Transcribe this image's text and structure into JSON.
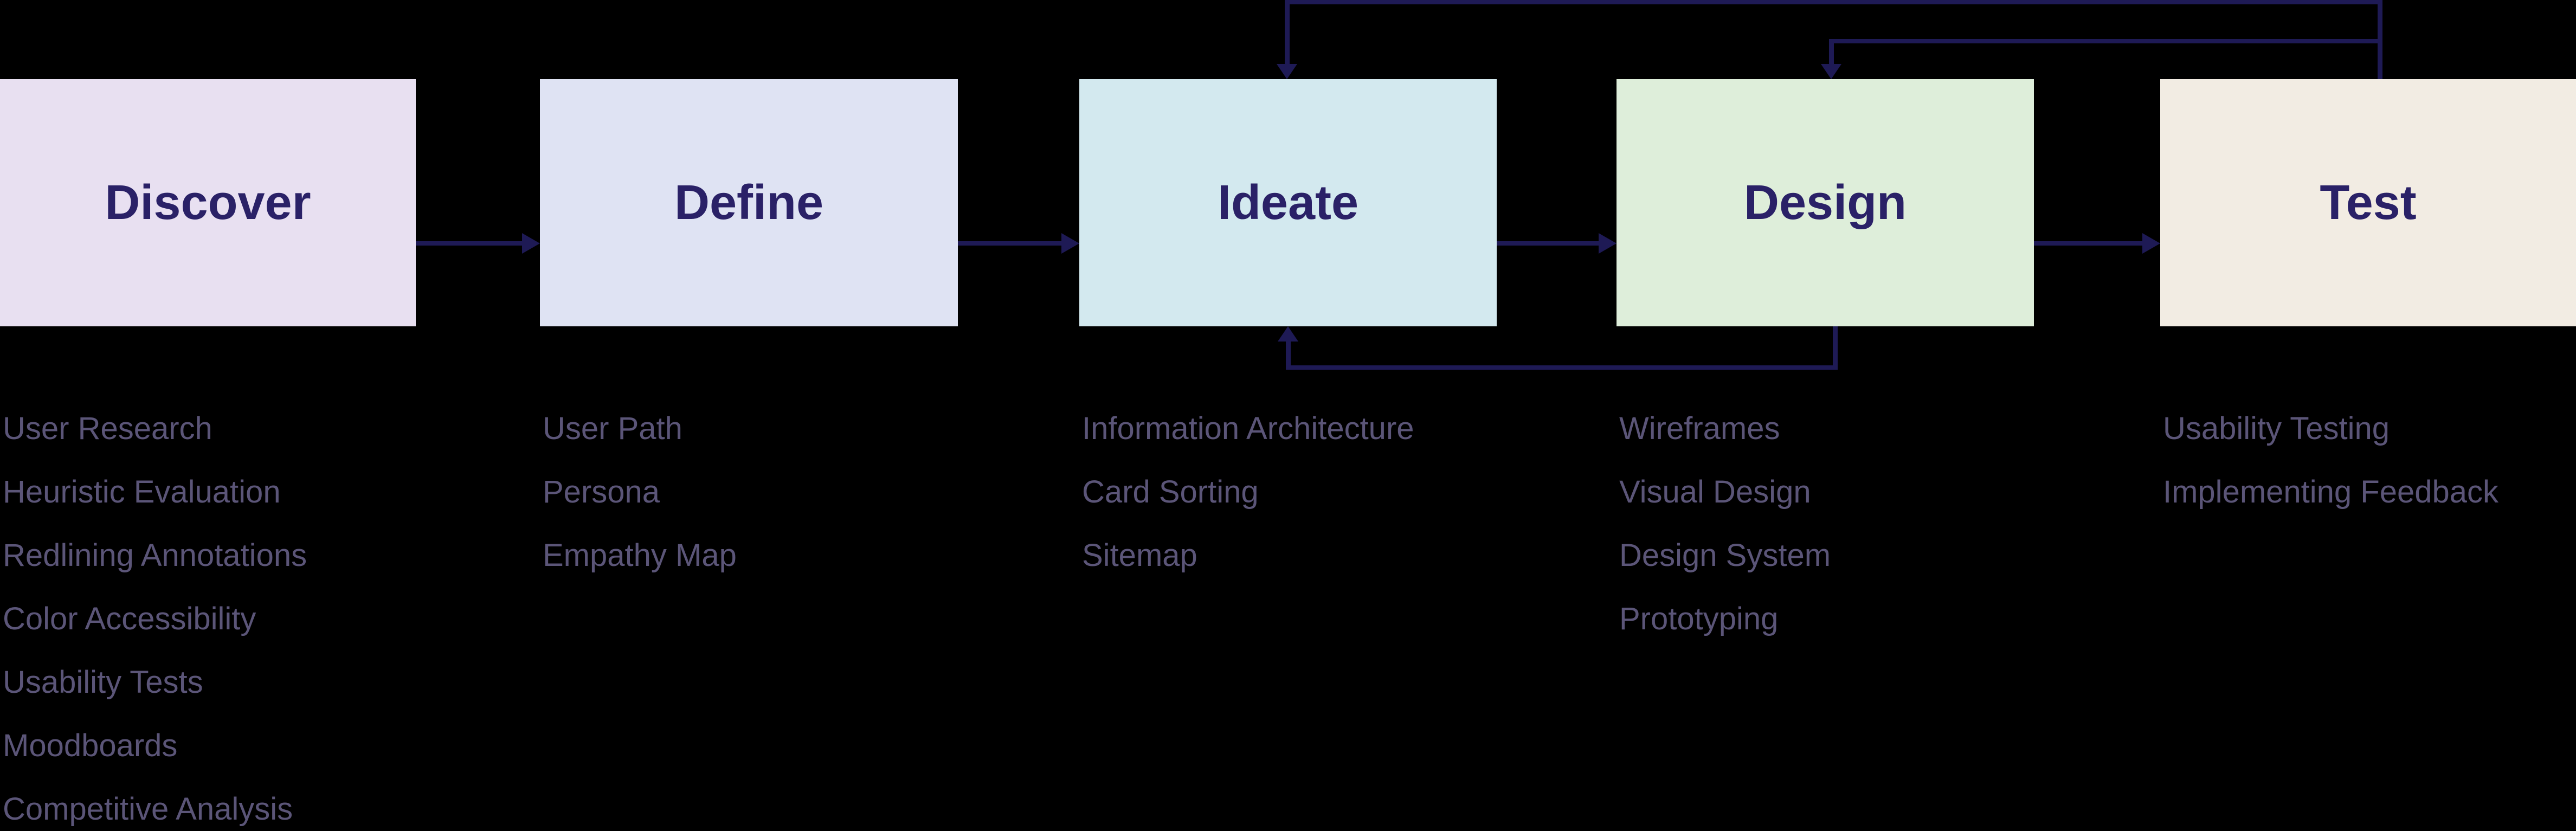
{
  "diagram": {
    "kind": "ux-design-process-flowchart"
  },
  "stages": [
    {
      "name": "Discover",
      "color": "#e8e0f1",
      "items": [
        "User Research",
        "Heuristic Evaluation",
        "Redlining Annotations",
        "Color Accessibility",
        "Usability Tests",
        "Moodboards",
        "Competitive Analysis"
      ]
    },
    {
      "name": "Define",
      "color": "#dfe3f3",
      "items": [
        "User Path",
        "Persona",
        "Empathy Map"
      ]
    },
    {
      "name": "Ideate",
      "color": "#d3e9ef",
      "items": [
        "Information Architecture",
        "Card Sorting",
        "Sitemap"
      ]
    },
    {
      "name": "Design",
      "color": "#deeeda",
      "items": [
        "Wireframes",
        "Visual Design",
        "Design System",
        "Prototyping"
      ]
    },
    {
      "name": "Test",
      "color": "#f2ece3",
      "items": [
        "Usability Testing",
        "Implementing Feedback"
      ]
    }
  ],
  "connections": [
    {
      "from": "Discover",
      "to": "Define",
      "kind": "forward"
    },
    {
      "from": "Define",
      "to": "Ideate",
      "kind": "forward"
    },
    {
      "from": "Ideate",
      "to": "Design",
      "kind": "forward"
    },
    {
      "from": "Design",
      "to": "Test",
      "kind": "forward"
    },
    {
      "from": "Test",
      "to": "Ideate",
      "kind": "feedback-top"
    },
    {
      "from": "Test",
      "to": "Design",
      "kind": "feedback-top"
    },
    {
      "from": "Design",
      "to": "Ideate",
      "kind": "feedback-bottom"
    }
  ],
  "colors": {
    "background": "#000000",
    "arrow": "#1e1a55",
    "stage_title_text": "#2a2167",
    "list_text": "#5b5578"
  }
}
